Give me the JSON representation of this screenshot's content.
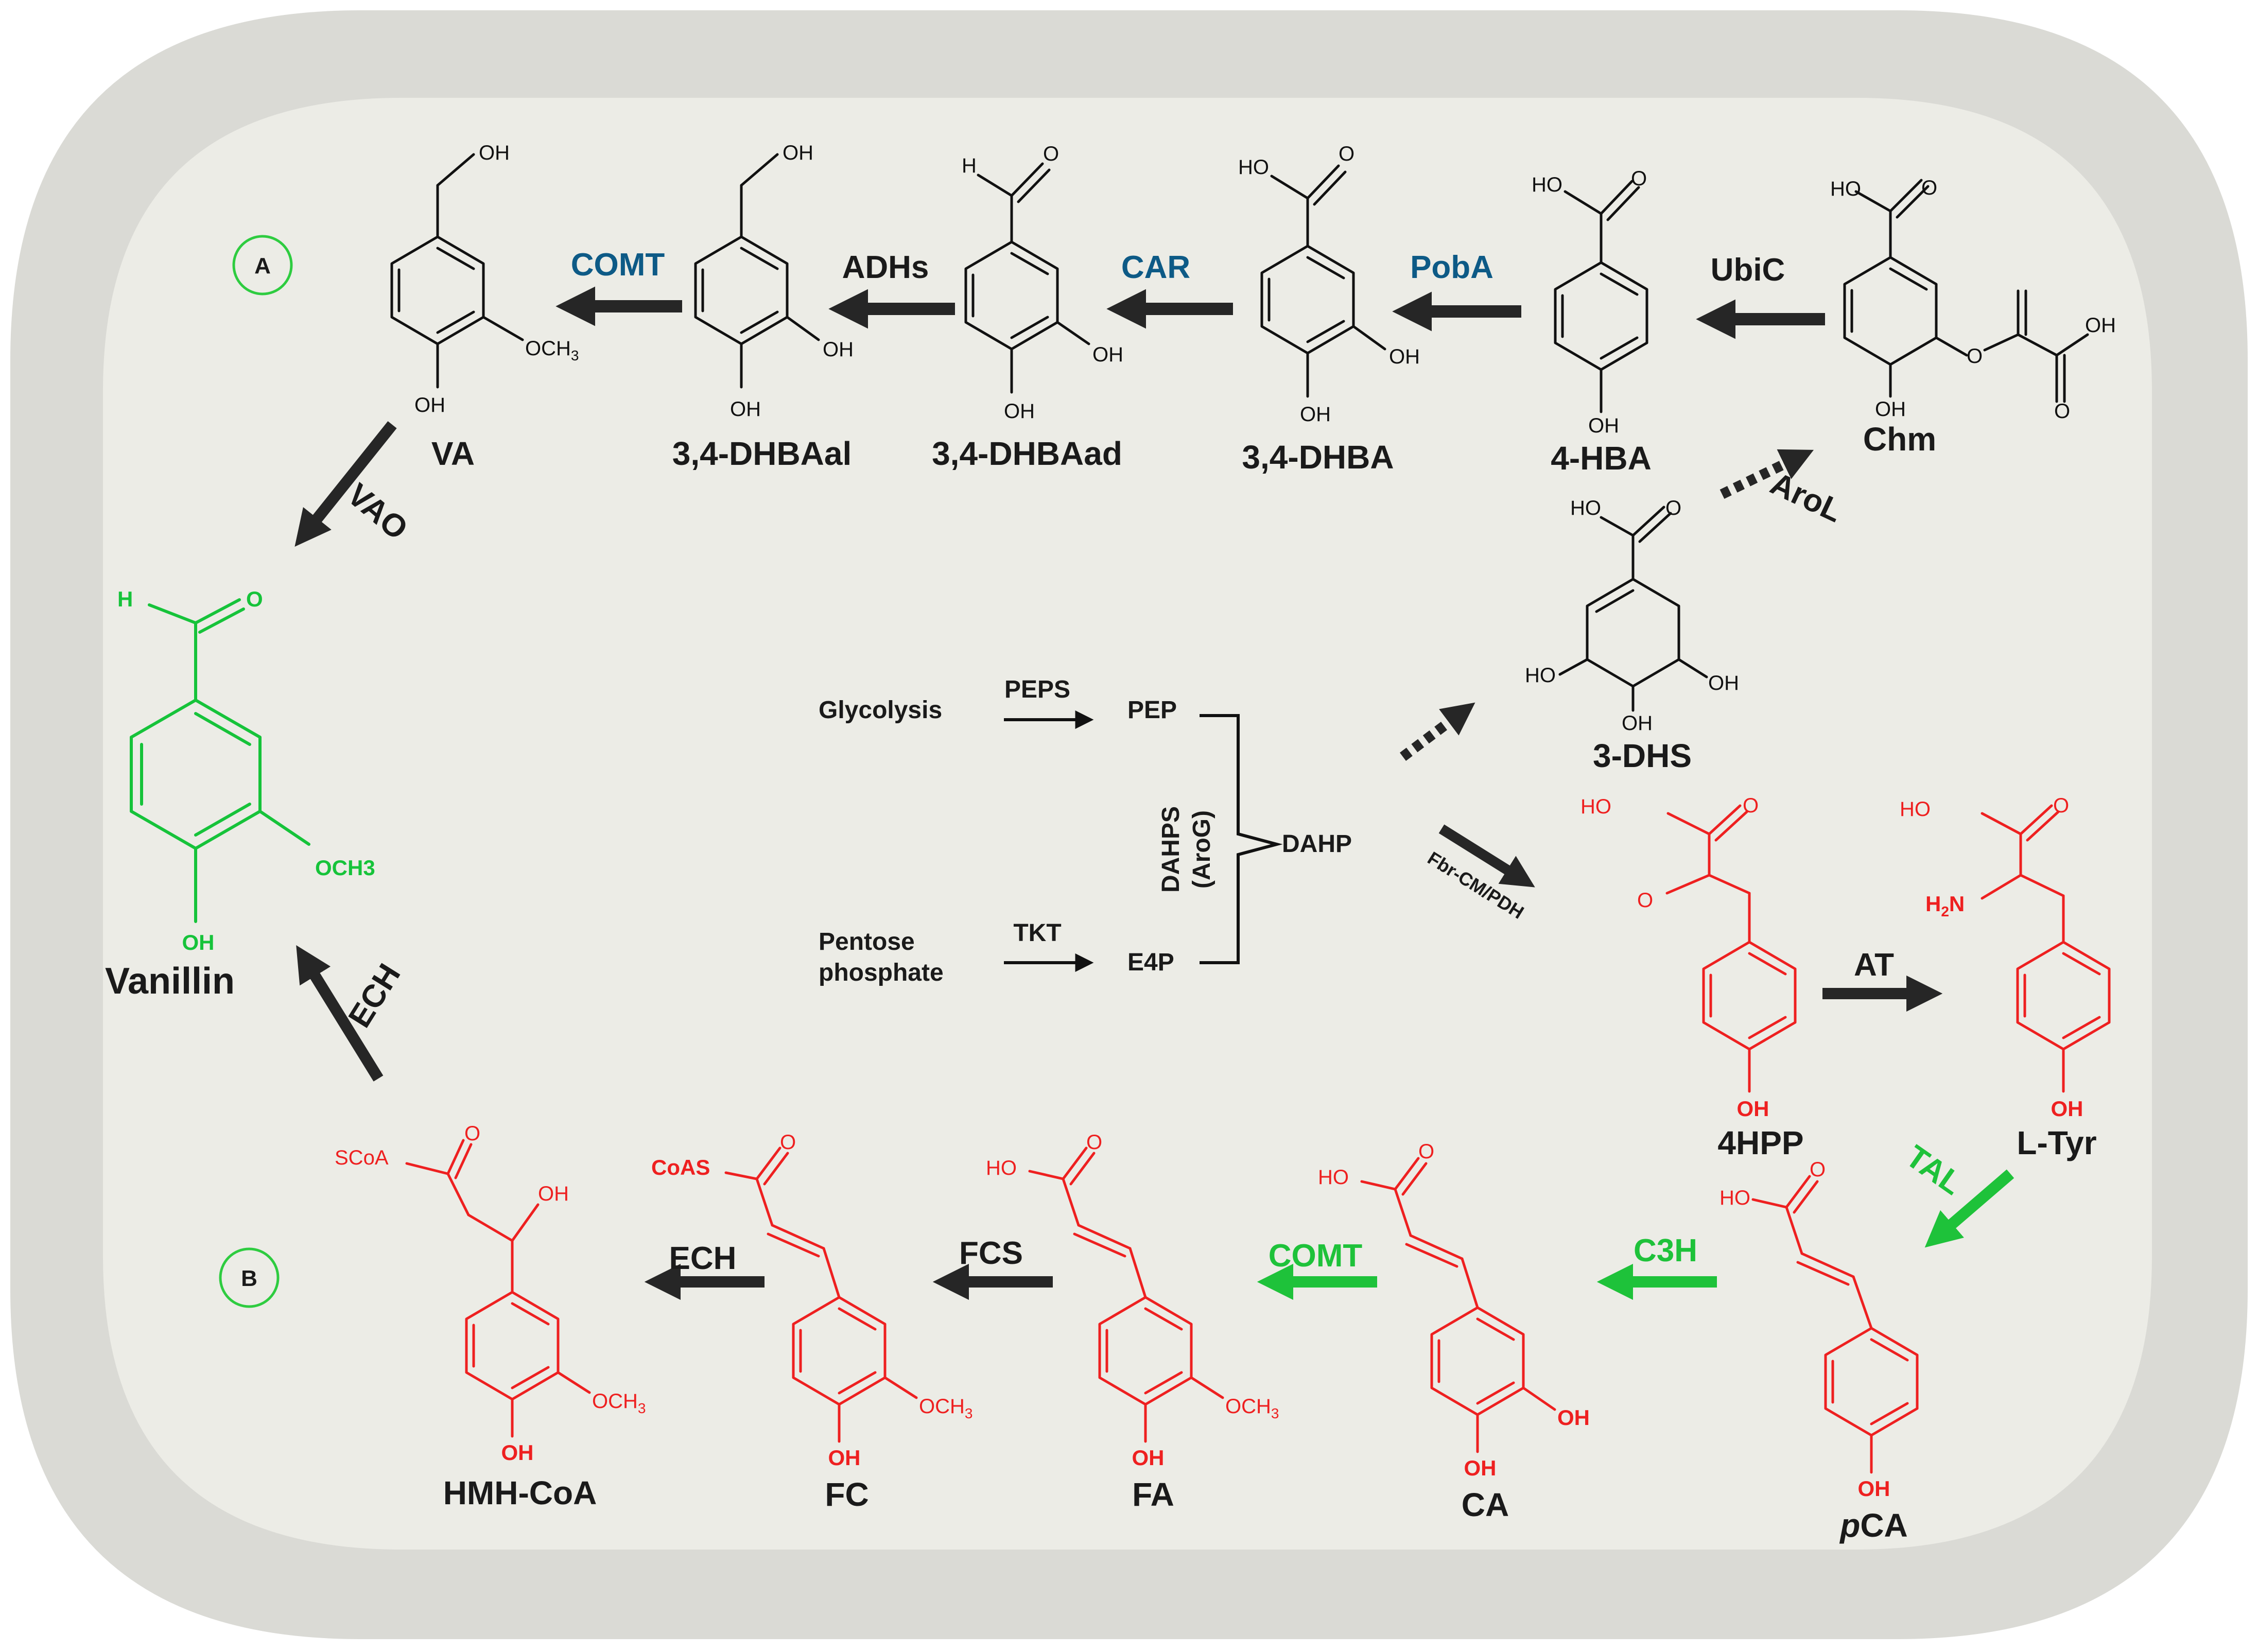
{
  "colors": {
    "cell_outer": "#dadad5",
    "cell_inner": "#ecece6",
    "arrow": "#262626",
    "enzyme_blue": "#0d5a86",
    "enzyme_green": "#1ec23a",
    "product_green": "#16c33a",
    "route_red": "#ee2020",
    "circle_green": "#2ecc40"
  },
  "route_labels": {
    "a": "A",
    "b": "B"
  },
  "compounds": {
    "va": "VA",
    "dhbaal": "3,4-DHBAal",
    "dhbaad": "3,4-DHBAad",
    "dhba": "3,4-DHBA",
    "hba": "4-HBA",
    "chm": "Chm",
    "dhs": "3-DHS",
    "vanillin": "Vanillin",
    "hpp": "4HPP",
    "ltyr": "L-Tyr",
    "pca_italic": "p",
    "pca_rest": "CA",
    "ca": "CA",
    "fa": "FA",
    "fc": "FC",
    "hmhcoa": "HMH-CoA"
  },
  "enzymes": {
    "comt_a": "COMT",
    "adhs": "ADHs",
    "car": "CAR",
    "poba": "PobA",
    "ubic": "UbiC",
    "arol": "AroL",
    "vao": "VAO",
    "ech_up": "ECH",
    "at": "AT",
    "tal": "TAL",
    "c3h": "C3H",
    "comt_b": "COMT",
    "fcs": "FCS",
    "ech_b": "ECH",
    "peps": "PEPS",
    "tkt": "TKT",
    "dahps": "DAHPS",
    "arog": "(AroG)",
    "fbr": "Fbr-CM/PDH"
  },
  "central": {
    "glycolysis": "Glycolysis",
    "pep": "PEP",
    "pentose_1": "Pentose",
    "pentose_2": "phosphate",
    "e4p": "E4P",
    "dahp": "DAHP"
  },
  "atoms": {
    "oh": "OH",
    "o": "O",
    "h": "H",
    "ho": "HO",
    "och3": "OCH",
    "sub3": "3",
    "och3_plain": "OCH3",
    "h2n_h": "H",
    "h2n_2": "2",
    "h2n_n": "N",
    "scoa": "SCoA",
    "coas": "CoAS"
  }
}
